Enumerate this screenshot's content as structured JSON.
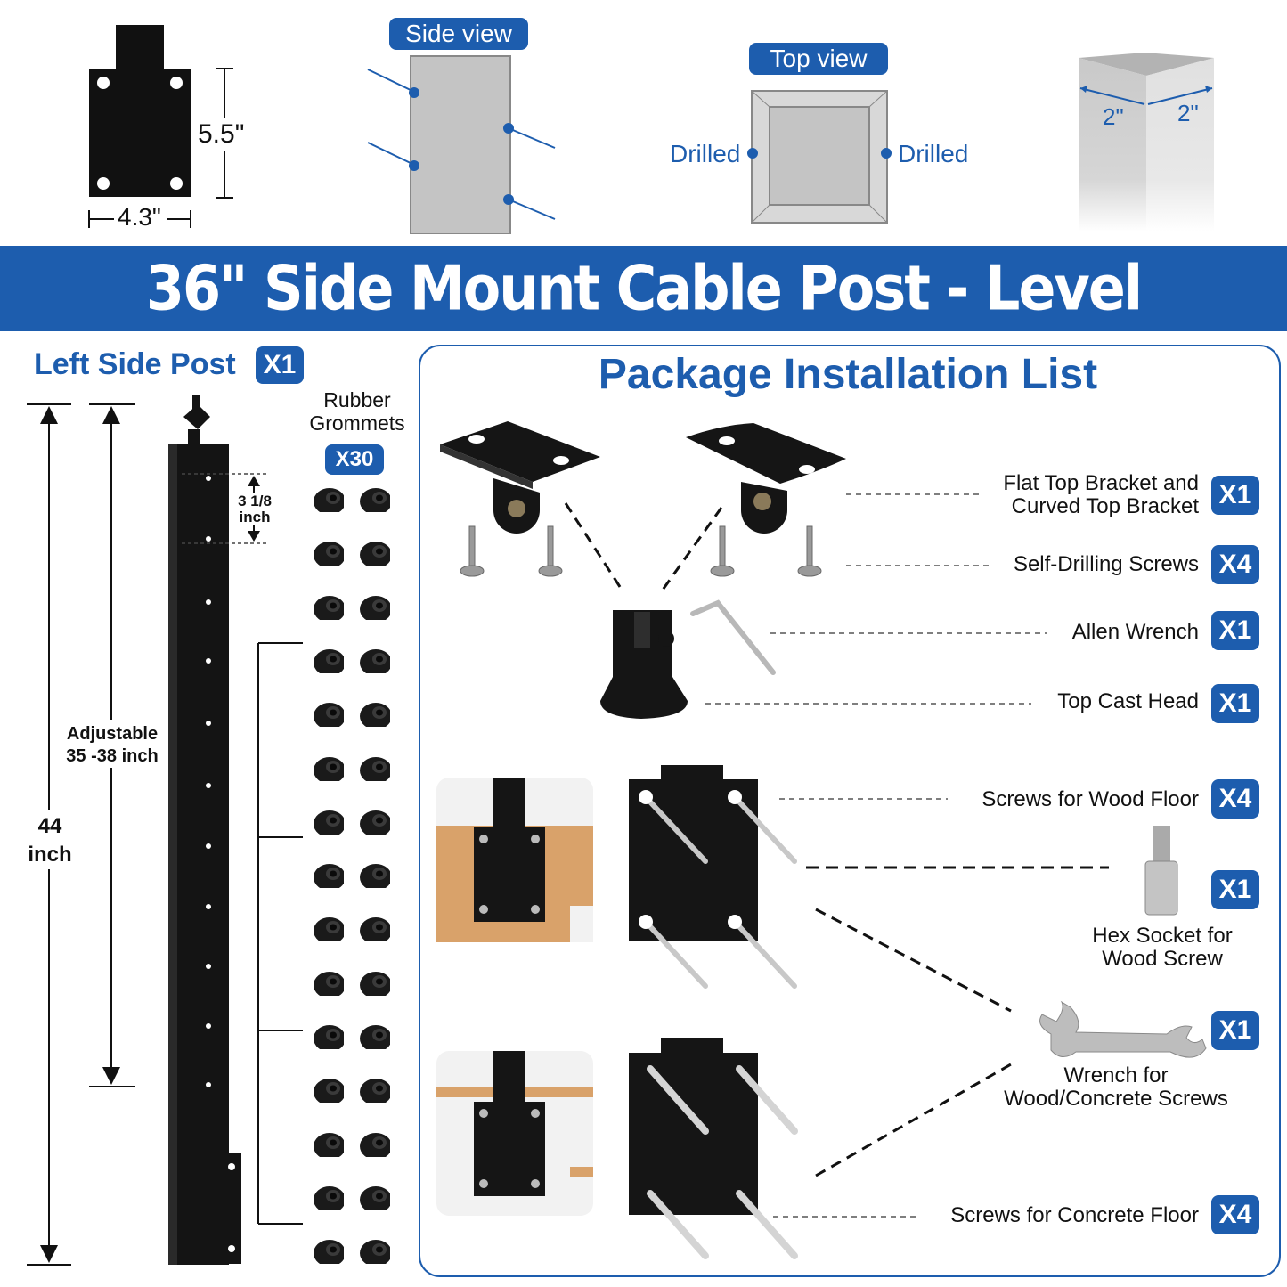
{
  "top_diagrams": {
    "bracket_height": "5.5\"",
    "bracket_width": "4.3\"",
    "side_view_label": "Side view",
    "top_view_label": "Top view",
    "drilled_left": "Drilled",
    "drilled_right": "Drilled",
    "post_width_a": "2\"",
    "post_width_b": "2\""
  },
  "banner": {
    "title": "36\" Side Mount Cable Post - Level"
  },
  "left_panel": {
    "title": "Left Side Post",
    "title_qty": "X1",
    "height_line1": "44",
    "height_line2": "inch",
    "adjustable_line1": "Adjustable",
    "adjustable_line2": "35 -38 inch",
    "spacing_line1": "3 1/8",
    "spacing_line2": "inch",
    "grommets_line1": "Rubber",
    "grommets_line2": "Grommets",
    "grommets_qty": "X30"
  },
  "package": {
    "title": "Package Installation List",
    "items": [
      {
        "label_line1": "Flat Top Bracket and",
        "label_line2": "Curved Top Bracket",
        "qty": "X1"
      },
      {
        "label_line1": "Self-Drilling Screws",
        "qty": "X4"
      },
      {
        "label_line1": "Allen Wrench",
        "qty": "X1"
      },
      {
        "label_line1": "Top Cast Head",
        "qty": "X1"
      },
      {
        "label_line1": "Screws for Wood Floor",
        "qty": "X4"
      },
      {
        "label_line1": "Hex Socket for",
        "label_line2": "Wood Screw",
        "qty": "X1"
      },
      {
        "label_line1": "Wrench for",
        "label_line2": "Wood/Concrete Screws",
        "qty": "X1"
      },
      {
        "label_line1": "Screws for Concrete Floor",
        "qty": "X4"
      }
    ]
  },
  "colors": {
    "accent": "#1d5dae",
    "post": "#111111",
    "wood": "#d9a26a"
  }
}
